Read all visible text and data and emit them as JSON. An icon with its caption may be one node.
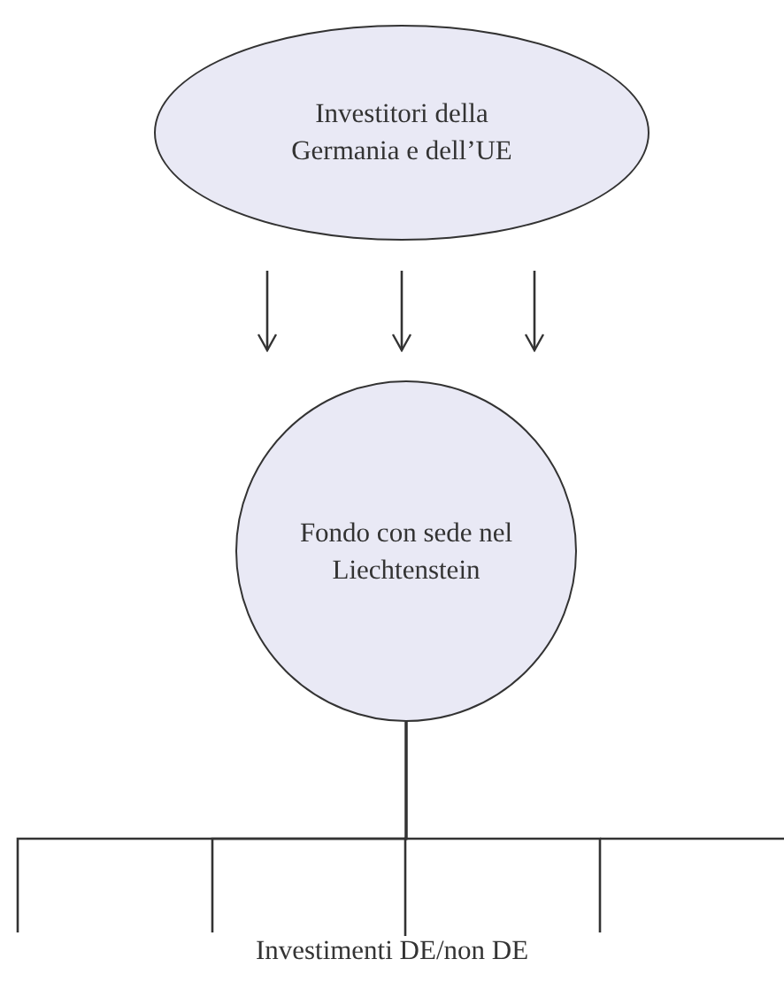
{
  "diagram": {
    "nodes": [
      {
        "text": [
          "Investitori della Germania e dell’UE"
        ]
      },
      {
        "text": [
          "Fondo con sede nel Liechtenstein"
        ]
      },
      {
        "text": [
          "Investimenti DE/non DE"
        ]
      }
    ],
    "edges": [
      {
        "from": 0,
        "to": 1,
        "arrow": "to"
      },
      {
        "from": 0,
        "to": 1,
        "arrow": "to"
      },
      {
        "from": 0,
        "to": 1,
        "arrow": "to"
      },
      {
        "from": 1,
        "to": null,
        "arrow": "none"
      },
      {
        "from": 1,
        "to": null,
        "arrow": "none"
      },
      {
        "from": 1,
        "to": 2,
        "arrow": "none"
      },
      {
        "from": 1,
        "to": null,
        "arrow": "none"
      }
    ]
  }
}
